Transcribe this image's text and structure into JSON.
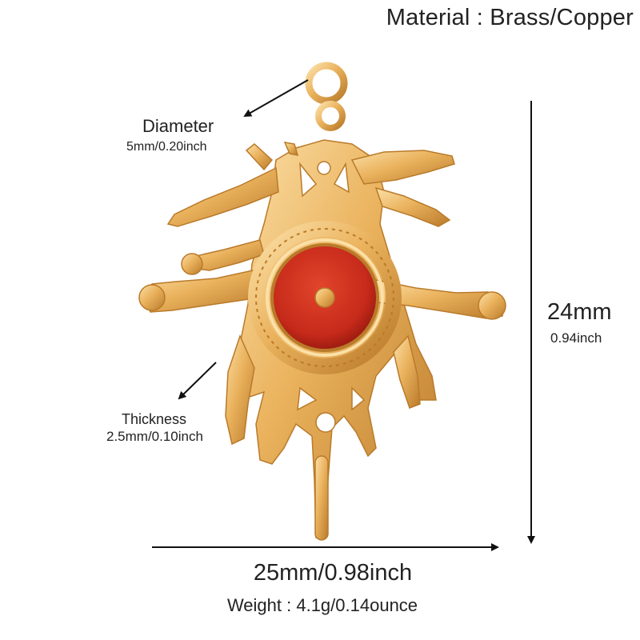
{
  "material": "Material : Brass/Copper",
  "diameter": {
    "label": "Diameter",
    "value": "5mm/0.20inch"
  },
  "thickness": {
    "label": "Thickness",
    "value": "2.5mm/0.10inch"
  },
  "height": {
    "mm": "24mm",
    "inch": "0.94inch"
  },
  "width": "25mm/0.98inch",
  "weight": "Weight : 4.1g/0.14ounce",
  "colors": {
    "gold": "#e8b15c",
    "gold_dark": "#b97a2a",
    "gold_light": "#fbe0a8",
    "enamel": "#c62a1a",
    "line": "#111111"
  }
}
